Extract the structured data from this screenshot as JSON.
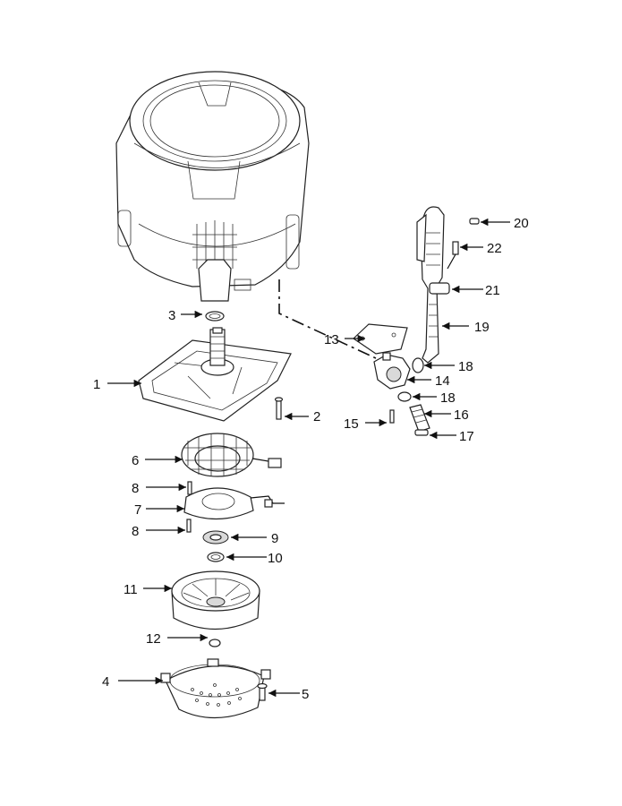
{
  "callouts": [
    {
      "id": "1",
      "label": "1"
    },
    {
      "id": "2",
      "label": "2"
    },
    {
      "id": "3",
      "label": "3"
    },
    {
      "id": "4",
      "label": "4"
    },
    {
      "id": "5",
      "label": "5"
    },
    {
      "id": "6",
      "label": "6"
    },
    {
      "id": "7",
      "label": "7"
    },
    {
      "id": "8a",
      "label": "8"
    },
    {
      "id": "8b",
      "label": "8"
    },
    {
      "id": "9",
      "label": "9"
    },
    {
      "id": "10",
      "label": "10"
    },
    {
      "id": "11",
      "label": "11"
    },
    {
      "id": "12",
      "label": "12"
    },
    {
      "id": "13",
      "label": "13"
    },
    {
      "id": "14",
      "label": "14"
    },
    {
      "id": "15",
      "label": "15"
    },
    {
      "id": "16",
      "label": "16"
    },
    {
      "id": "17",
      "label": "17"
    },
    {
      "id": "18a",
      "label": "18"
    },
    {
      "id": "18b",
      "label": "18"
    },
    {
      "id": "19",
      "label": "19"
    },
    {
      "id": "20",
      "label": "20"
    },
    {
      "id": "21",
      "label": "21"
    },
    {
      "id": "22",
      "label": "22"
    }
  ]
}
